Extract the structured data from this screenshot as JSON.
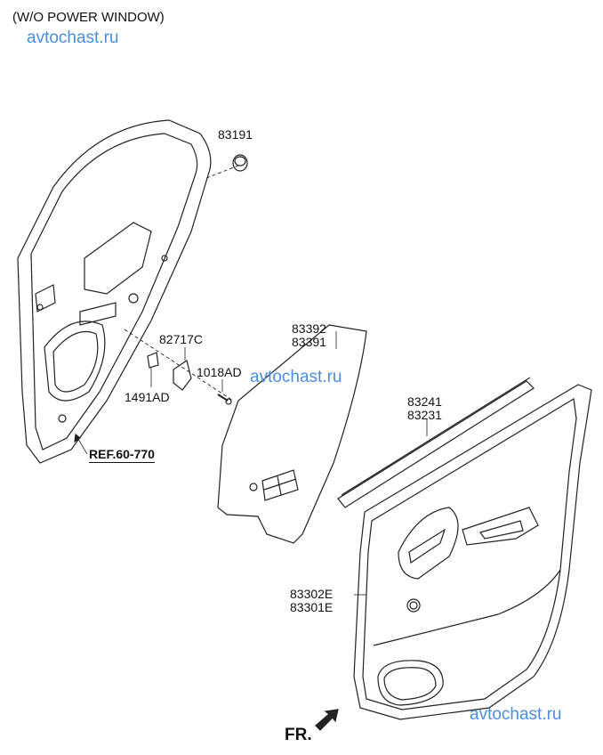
{
  "header": {
    "note": "(W/O POWER WINDOW)"
  },
  "watermarks": [
    "avtochast.ru",
    "avtochast.ru",
    "avtochast.ru"
  ],
  "parts": [
    {
      "lines": [
        "83191"
      ]
    },
    {
      "lines": [
        "82717C"
      ]
    },
    {
      "lines": [
        "1491AD"
      ]
    },
    {
      "lines": [
        "1018AD"
      ]
    },
    {
      "lines": [
        "83392",
        "83391"
      ]
    },
    {
      "lines": [
        "83241",
        "83231"
      ]
    },
    {
      "lines": [
        "83302E",
        "83301E"
      ]
    }
  ],
  "reference": "REF.60-770",
  "direction": {
    "label": "FR."
  },
  "colors": {
    "watermark": "#4a8ee0",
    "line": "#222222"
  }
}
